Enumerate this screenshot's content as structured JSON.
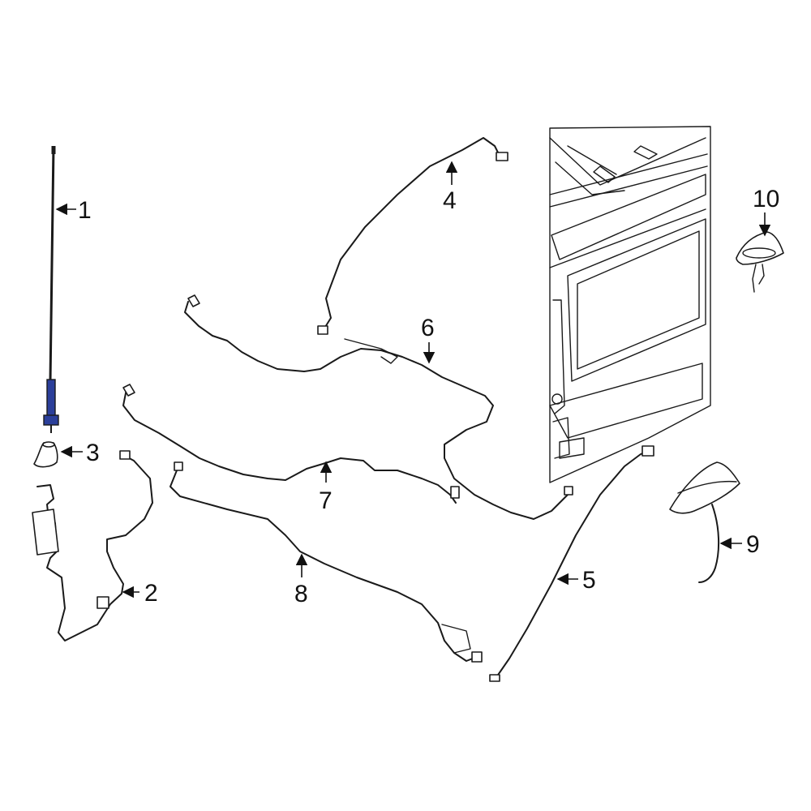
{
  "colors": {
    "line": "#1a1a1a",
    "highlight": "#2b3f9a",
    "background": "#ffffff"
  },
  "callouts": [
    {
      "id": "1",
      "label": "1"
    },
    {
      "id": "2",
      "label": "2"
    },
    {
      "id": "3",
      "label": "3"
    },
    {
      "id": "4",
      "label": "4"
    },
    {
      "id": "5",
      "label": "5"
    },
    {
      "id": "6",
      "label": "6"
    },
    {
      "id": "7",
      "label": "7"
    },
    {
      "id": "8",
      "label": "8"
    },
    {
      "id": "9",
      "label": "9"
    },
    {
      "id": "10",
      "label": "10"
    }
  ],
  "parts": [
    {
      "callout": "1",
      "icon": "antenna-mast-icon",
      "highlighted": true
    },
    {
      "callout": "2",
      "icon": "antenna-cable-icon"
    },
    {
      "callout": "3",
      "icon": "antenna-base-icon"
    },
    {
      "callout": "4",
      "icon": "roof-cable-icon"
    },
    {
      "callout": "5",
      "icon": "door-cable-icon"
    },
    {
      "callout": "6",
      "icon": "upper-harness-icon"
    },
    {
      "callout": "7",
      "icon": "lower-harness-icon"
    },
    {
      "callout": "8",
      "icon": "floor-cable-icon"
    },
    {
      "callout": "9",
      "icon": "shark-fin-antenna-icon"
    },
    {
      "callout": "10",
      "icon": "gps-antenna-icon"
    }
  ]
}
